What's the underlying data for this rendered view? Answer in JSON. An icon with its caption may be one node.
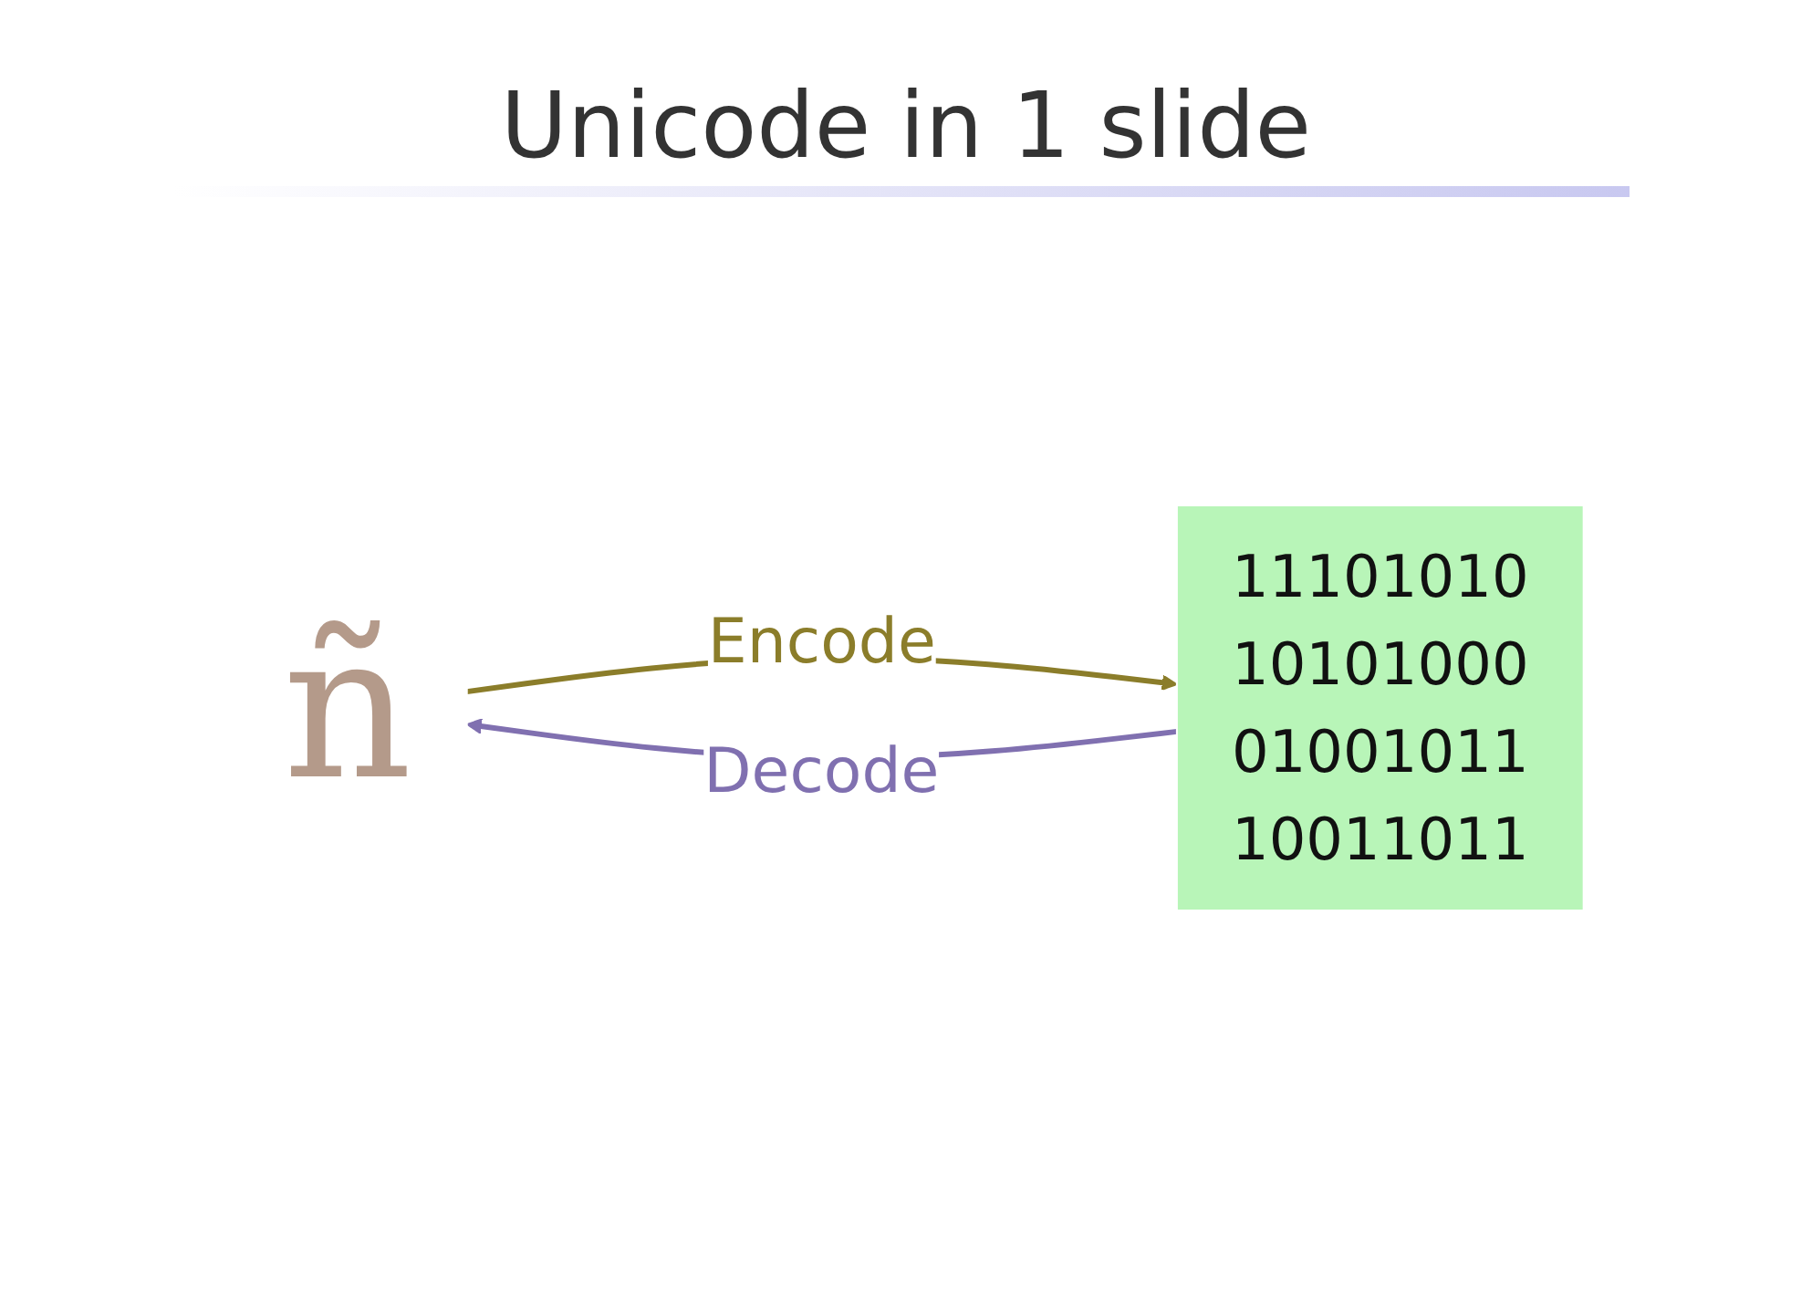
{
  "diagram": {
    "title": "Unicode in 1 slide",
    "nodes": [
      {
        "text": [
          "ñ"
        ]
      },
      {
        "text": [
          "11101010",
          "10101000",
          "01001011",
          "10011011"
        ]
      }
    ],
    "edges": [
      {
        "from": 0,
        "to": 1,
        "arrow": "to",
        "label": "Encode",
        "color": "#8b7d2a"
      },
      {
        "from": 1,
        "to": 0,
        "arrow": "to",
        "label": "Decode",
        "color": "#8070b0"
      }
    ]
  }
}
